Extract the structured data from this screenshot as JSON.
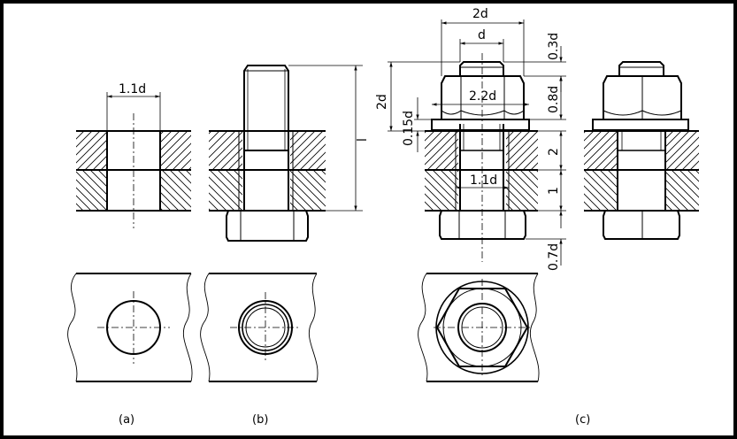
{
  "captions": {
    "a": "(a)",
    "b": "(b)",
    "c": "(c)"
  },
  "dims": {
    "a_hole": "1.1d",
    "b_length": "l",
    "c_nut_width": "2d",
    "c_thread_dia": "d",
    "c_washer_dia": "2.2d",
    "c_hole": "1.1d",
    "c_thread_end": "0.3d",
    "c_nut_height": "0.8d",
    "c_washer_thick": "0.15d",
    "c_protrude": "2d",
    "c_plate_top": "2",
    "c_plate_bot": "1",
    "c_head_height": "0.7d"
  },
  "colors": {
    "background": "#000000",
    "sheet": "#ffffff",
    "line": "#000000"
  }
}
